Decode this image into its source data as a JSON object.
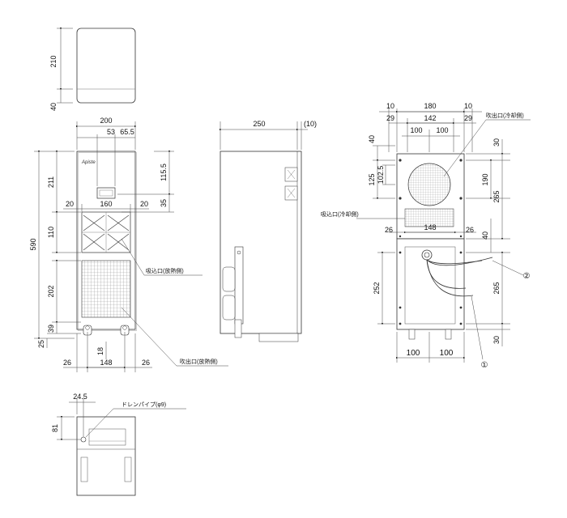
{
  "dimensions": {
    "top_h210": "210",
    "top_h40": "40",
    "front_w200": "200",
    "front_w53": "53",
    "front_w65_5": "65.5",
    "front_115_5": "115.5",
    "front_35": "35",
    "front_211": "211",
    "front_20a": "20",
    "front_160": "160",
    "front_20b": "20",
    "front_110": "110",
    "front_590": "590",
    "front_202": "202",
    "front_39": "39",
    "front_25": "25",
    "front_18": "18",
    "front_26a": "26",
    "front_148": "148",
    "front_26b": "26",
    "side_250": "250",
    "side_10": "(10)",
    "back_10a": "10",
    "back_180": "180",
    "back_10b": "10",
    "back_29a": "29",
    "back_142": "142",
    "back_29b": "29",
    "back_100a": "100",
    "back_100b": "100",
    "back_40": "40",
    "back_30top": "30",
    "back_125": "125",
    "back_102_5": "102.5",
    "back_190": "190",
    "back_265a": "265",
    "back_26a": "26",
    "back_148": "148",
    "back_26b": "26",
    "back_40b": "40",
    "back_252": "252",
    "back_265b": "265",
    "back_30bot": "30",
    "back_100c": "100",
    "back_100d": "100",
    "bottom_24_5": "24.5",
    "bottom_81": "81"
  },
  "labels": {
    "brand": "Apiste",
    "suction_heat": "吸込口(放熱側)",
    "outlet_heat": "吹出口(放熱側)",
    "outlet_cool": "吹出口(冷却側)",
    "suction_cool": "吸込口(冷却側)",
    "drain_pipe": "ドレンパイプ(φ9)",
    "callout_1": "①",
    "callout_2": "②"
  }
}
